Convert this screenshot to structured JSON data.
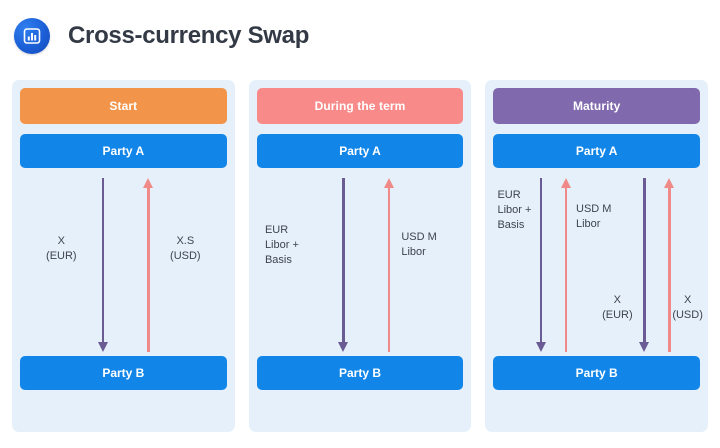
{
  "header": {
    "icon": "bar-chart-icon",
    "title": "Cross-currency Swap"
  },
  "colors": {
    "panel_background": "#e6f0fa",
    "party_blue": "#1186e8",
    "stage_start": "#f2954a",
    "stage_during": "#f98a8a",
    "stage_maturity": "#8169ad",
    "arrow_purple": "#6b5b95",
    "arrow_red": "#f08a88",
    "title_text": "#333a45",
    "label_text": "#3d4450"
  },
  "panels": [
    {
      "id": "start",
      "stage_label": "Start",
      "stage_color": "#f2954a",
      "top_party": "Party A",
      "bottom_party": "Party B",
      "arrows": [
        {
          "name": "x-eur-flow",
          "direction": "down",
          "color": "purple",
          "x_pct": 40
        },
        {
          "name": "xs-usd-flow",
          "direction": "up",
          "color": "red",
          "x_pct": 62
        }
      ],
      "labels": [
        {
          "name": "x-eur-label",
          "lines": [
            "X",
            "(EUR)"
          ],
          "x_pct": 20,
          "y_pct": 32,
          "align": "center"
        },
        {
          "name": "xs-usd-label",
          "lines": [
            "X.S",
            "(USD)"
          ],
          "x_pct": 80,
          "y_pct": 32,
          "align": "center"
        }
      ]
    },
    {
      "id": "during-the-term",
      "stage_label": "During the term",
      "stage_color": "#f98a8a",
      "top_party": "Party A",
      "bottom_party": "Party B",
      "arrows": [
        {
          "name": "eur-libor-basis-flow",
          "direction": "down",
          "color": "purple",
          "x_pct": 42
        },
        {
          "name": "usd-m-libor-flow",
          "direction": "up",
          "color": "red",
          "x_pct": 64
        }
      ],
      "labels": [
        {
          "name": "eur-libor-basis-label",
          "lines": [
            "EUR",
            "Libor +",
            "Basis"
          ],
          "x_pct": 4,
          "y_pct": 26,
          "align": "left"
        },
        {
          "name": "usd-m-libor-label",
          "lines": [
            "USD M",
            "Libor"
          ],
          "x_pct": 70,
          "y_pct": 30,
          "align": "left"
        }
      ]
    },
    {
      "id": "maturity",
      "stage_label": "Maturity",
      "stage_color": "#8169ad",
      "top_party": "Party A",
      "bottom_party": "Party B",
      "arrows": [
        {
          "name": "eur-libor-basis-flow",
          "direction": "down",
          "color": "purple",
          "x_pct": 23
        },
        {
          "name": "usd-m-libor-flow",
          "direction": "up",
          "color": "red",
          "x_pct": 35
        },
        {
          "name": "x-eur-flow",
          "direction": "down",
          "color": "purple",
          "x_pct": 73
        },
        {
          "name": "x-usd-flow",
          "direction": "up",
          "color": "red",
          "x_pct": 85
        }
      ],
      "labels": [
        {
          "name": "eur-libor-basis-label",
          "lines": [
            "EUR",
            "Libor +",
            "Basis"
          ],
          "x_pct": 2,
          "y_pct": 6,
          "align": "left"
        },
        {
          "name": "usd-m-libor-label",
          "lines": [
            "USD M",
            "Libor"
          ],
          "x_pct": 40,
          "y_pct": 14,
          "align": "left"
        },
        {
          "name": "x-eur-label",
          "lines": [
            "X",
            "(EUR)"
          ],
          "x_pct": 60,
          "y_pct": 66,
          "align": "center"
        },
        {
          "name": "x-usd-label",
          "lines": [
            "X",
            "(USD)"
          ],
          "x_pct": 94,
          "y_pct": 66,
          "align": "center"
        }
      ]
    }
  ]
}
